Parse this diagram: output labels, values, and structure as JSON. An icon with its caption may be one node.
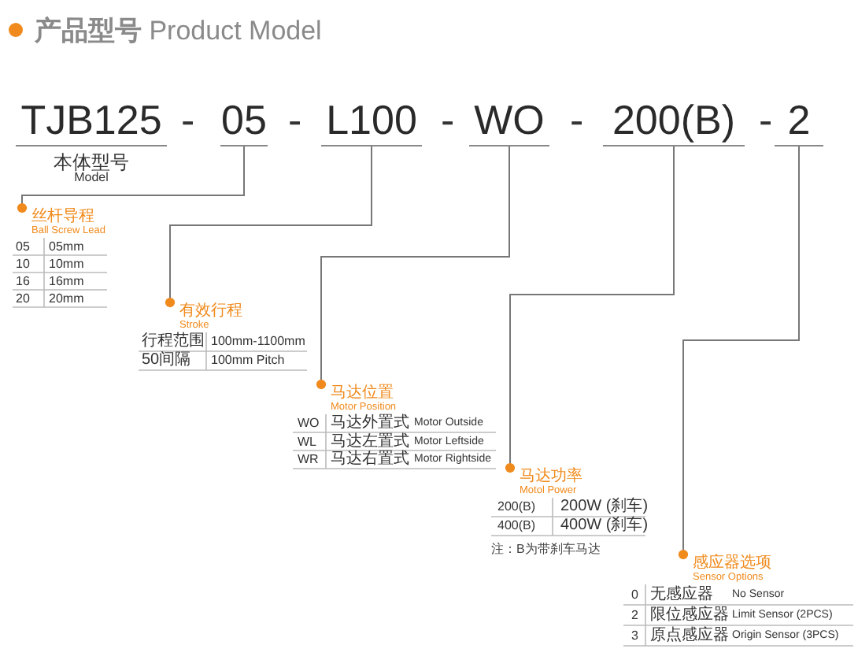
{
  "diagram": {
    "title": "**产品型号** Product Model",
    "nodes": [
      {
        "text": [
          "TJB125"
        ],
        "beside": [
          "本体型号",
          "Model"
        ]
      },
      {
        "text": [
          "05"
        ]
      },
      {
        "text": [
          "L100"
        ]
      },
      {
        "text": [
          "WO"
        ]
      },
      {
        "text": [
          "200(B)"
        ]
      },
      {
        "text": [
          "2"
        ]
      },
      {
        "text": [
          "丝杆导程",
          "Ball Screw Lead"
        ]
      },
      {
        "text": [
          "有效行程",
          "Stroke"
        ]
      },
      {
        "text": [
          "马达位置",
          "Motor Position"
        ]
      },
      {
        "text": [
          "马达功率",
          "Motol Power"
        ]
      },
      {
        "text": [
          "感应器选项",
          "Sensor Options"
        ]
      }
    ],
    "edges": [
      {
        "from": 1,
        "to": 6,
        "arrow": "other"
      },
      {
        "from": 2,
        "to": 7,
        "arrow": "other"
      },
      {
        "from": 3,
        "to": 8,
        "arrow": "other"
      },
      {
        "from": 4,
        "to": 9,
        "arrow": "other"
      },
      {
        "from": 5,
        "to": 10,
        "arrow": "other"
      }
    ],
    "labels": [
      "-",
      "-",
      "-",
      "-",
      "-",
      "05",
      "05mm",
      "10",
      "10mm",
      "16",
      "16mm",
      "20",
      "20mm",
      "行程范围",
      "100mm-1100mm",
      "50间隔",
      "100mm Pitch",
      "WO",
      "马达外置式",
      "Motor Outside",
      "WL",
      "马达左置式",
      "Motor Leftside",
      "WR",
      "马达右置式",
      "Motor Rightside",
      "200(B)",
      "200W (刹车)",
      "400(B)",
      "400W (刹车)",
      "注：B为带刹车马达",
      "0",
      "无感应器",
      "No Sensor",
      "2",
      "限位感应器",
      "Limit Sensor (2PCS)",
      "3",
      "原点感应器",
      "Origin Sensor (3PCS)"
    ]
  }
}
